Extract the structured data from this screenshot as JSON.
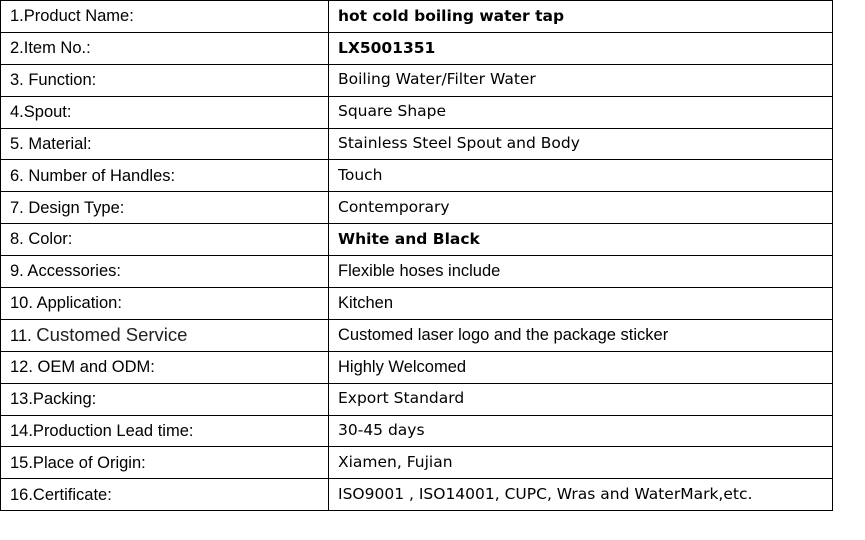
{
  "rows": [
    {
      "label": "1.Product Name:",
      "value": "hot cold boiling water tap"
    },
    {
      "label": "2.Item No.:",
      "value": "LX5001351"
    },
    {
      "label": "3. Function:",
      "value": "Boiling Water/Filter Water"
    },
    {
      "label": "4.Spout:",
      "value": "Square Shape"
    },
    {
      "label": "5. Material:",
      "value": "Stainless Steel Spout and Body"
    },
    {
      "label": "6. Number of Handles:",
      "value": "Touch"
    },
    {
      "label": "7. Design Type:",
      "value": "Contemporary"
    },
    {
      "label": "8. Color:",
      "value": "White and Black"
    },
    {
      "label": "9. Accessories:",
      "value": "Flexible hoses include"
    },
    {
      "label": "10. Application:",
      "value": "Kitchen"
    },
    {
      "label_prefix": "11. ",
      "label": "Customed Service",
      "value": "Customed laser logo and the package sticker"
    },
    {
      "label": "12. OEM and ODM:",
      "value": "Highly Welcomed"
    },
    {
      "label": "13.Packing:",
      "value": "Export Standard"
    },
    {
      "label": "14.Production Lead time:",
      "value": "30-45 days"
    },
    {
      "label": "15.Place of Origin:",
      "value": "Xiamen, Fujian"
    },
    {
      "label": "16.Certificate:",
      "value": "ISO9001 , ISO14001, CUPC, Wras and WaterMark,etc."
    }
  ]
}
